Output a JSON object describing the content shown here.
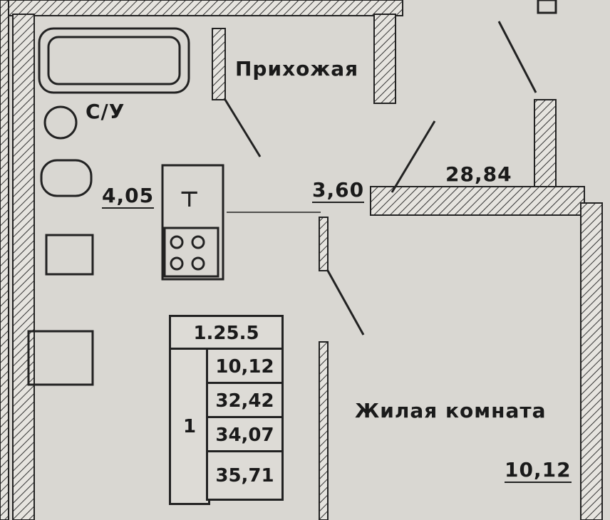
{
  "rooms": {
    "hallway": {
      "name": "Прихожая",
      "area": "3,60"
    },
    "bathroom": {
      "name": "С/У",
      "area": "4,05"
    },
    "kitchen": {
      "area": "28,84"
    },
    "living_room": {
      "name": "Жилая комната",
      "area": "10,12"
    }
  },
  "summary_table": {
    "type_code": "1.25.5",
    "room_count": "1",
    "areas": [
      "10,12",
      "32,42",
      "34,07",
      "35,71"
    ]
  },
  "colors": {
    "paper": "#d9d7d2",
    "ink": "#1a1a1a"
  }
}
